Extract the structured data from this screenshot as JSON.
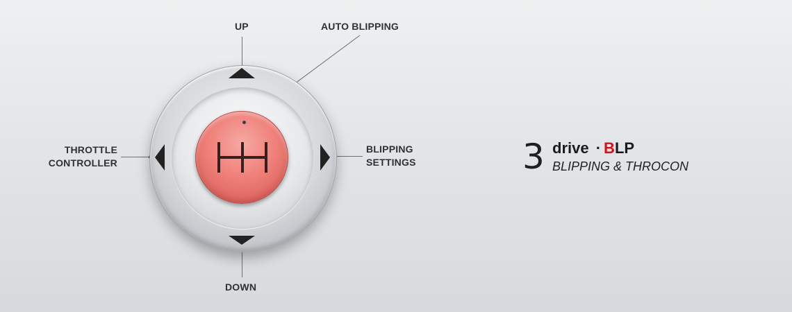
{
  "labels": {
    "up": "UP",
    "auto_blipping": "AUTO BLIPPING",
    "throttle_controller_1": "THROTTLE",
    "throttle_controller_2": "CONTROLLER",
    "blipping_settings_1": "BLIPPING",
    "blipping_settings_2": "SETTINGS",
    "down": "DOWN"
  },
  "controller": {
    "center_icon": "gear-shift-icon",
    "arrows": [
      "chevron-up-icon",
      "chevron-down-icon",
      "chevron-left-icon",
      "chevron-right-icon"
    ]
  },
  "brand": {
    "number": "3",
    "title_prefix": "drive",
    "title_dot": "·",
    "title_b": "B",
    "title_rest": "LP",
    "subtitle": "BLIPPING & THROCON"
  },
  "colors": {
    "accent_red": "#d0121b",
    "button_red": "#ef8079",
    "text_dark": "#2e3236"
  }
}
